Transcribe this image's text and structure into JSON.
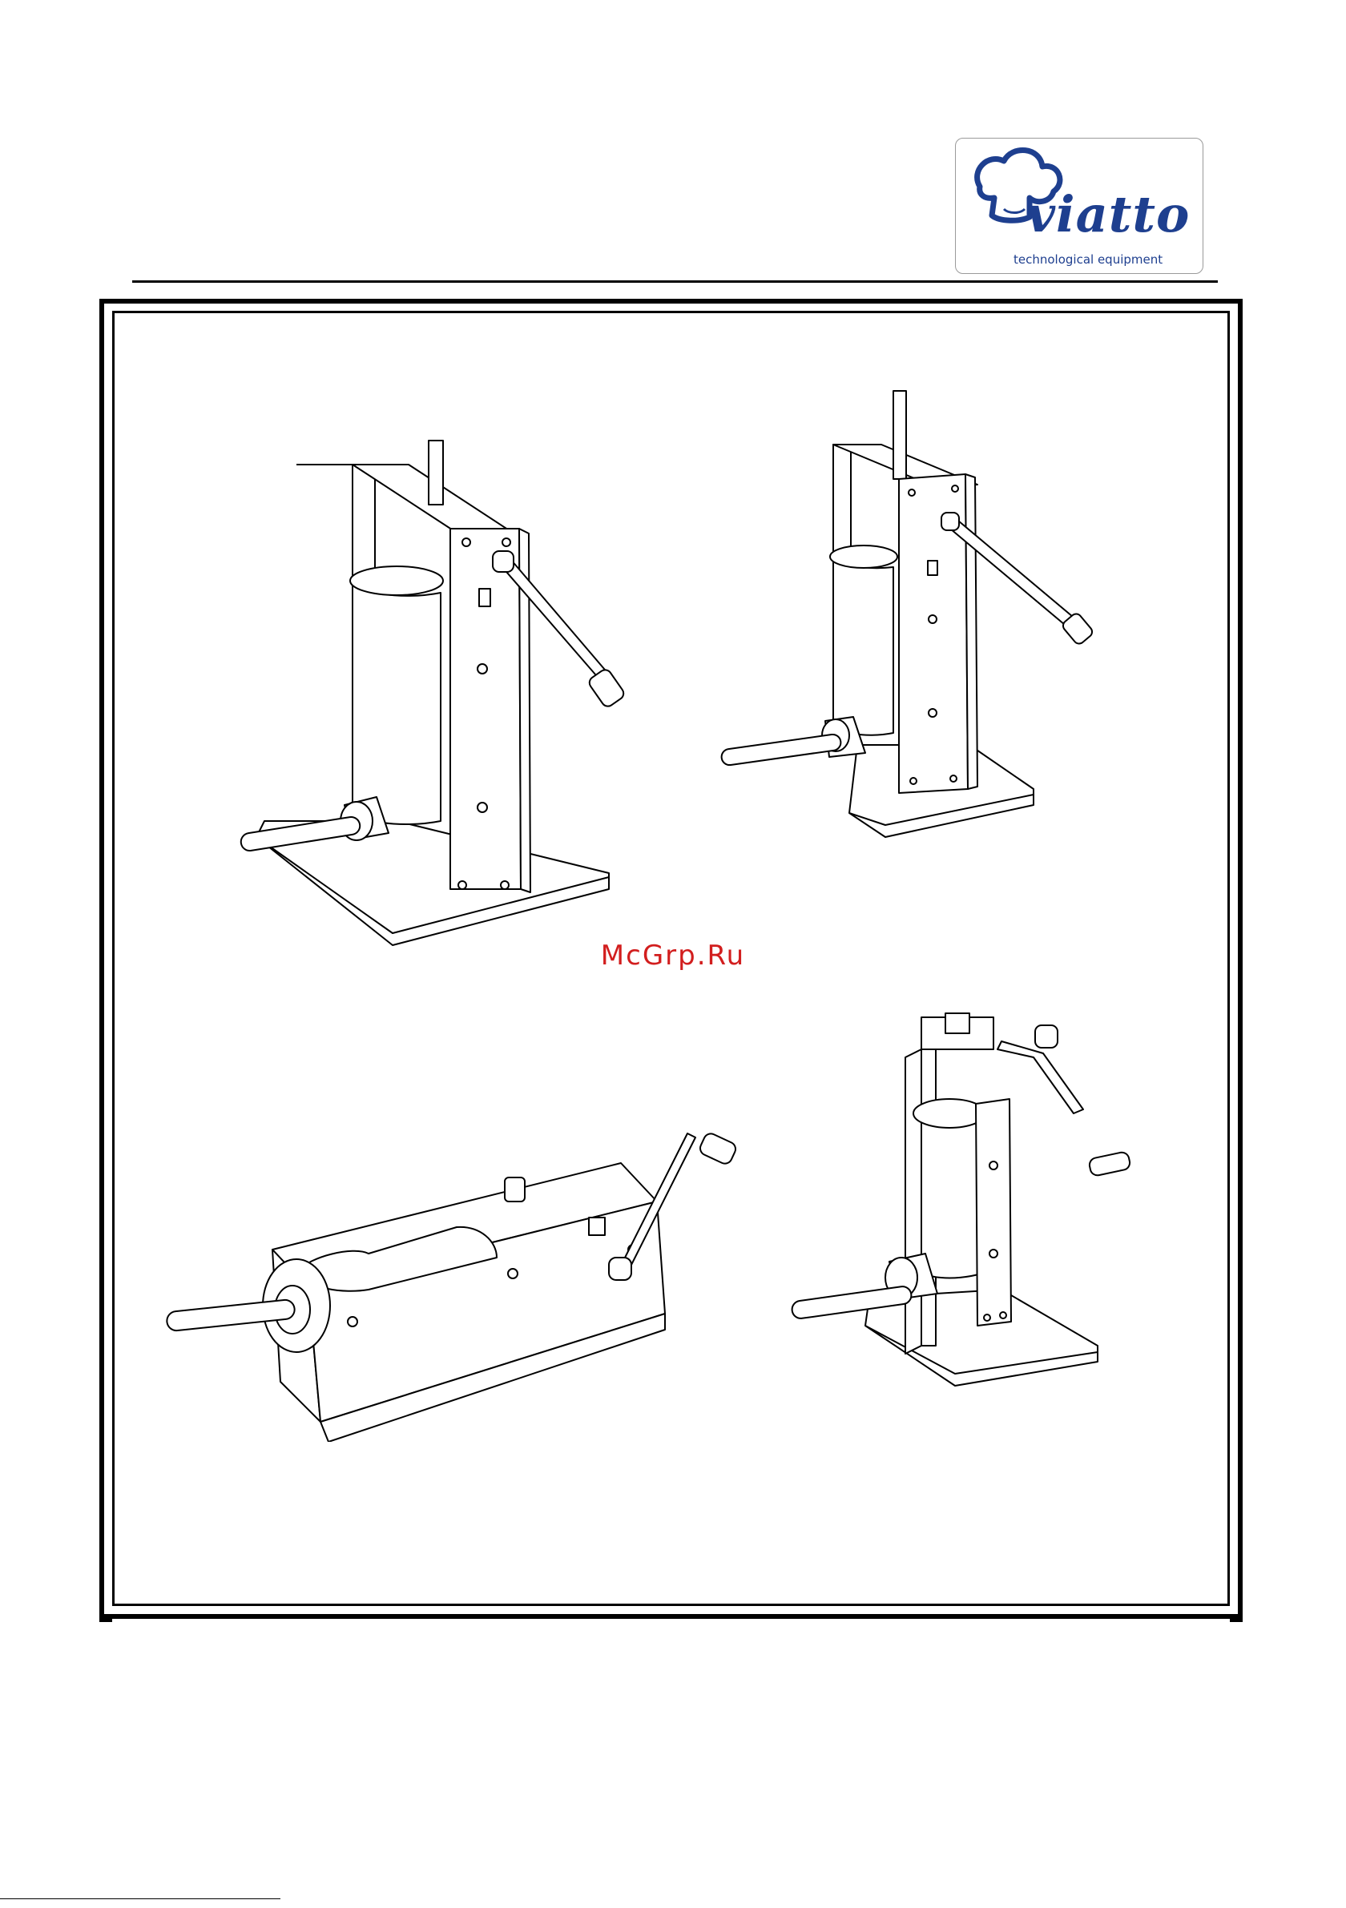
{
  "logo": {
    "brand": "viatto",
    "tagline": "technological equipment"
  },
  "watermark": "McGrp.Ru",
  "figures": [
    {
      "icon": "vertical-sausage-stuffer-large"
    },
    {
      "icon": "vertical-sausage-stuffer-small"
    },
    {
      "icon": "horizontal-sausage-stuffer"
    },
    {
      "icon": "vertical-sausage-stuffer-crank"
    }
  ],
  "colors": {
    "brand": "#1e3f8f",
    "watermark": "#d21e1e"
  }
}
